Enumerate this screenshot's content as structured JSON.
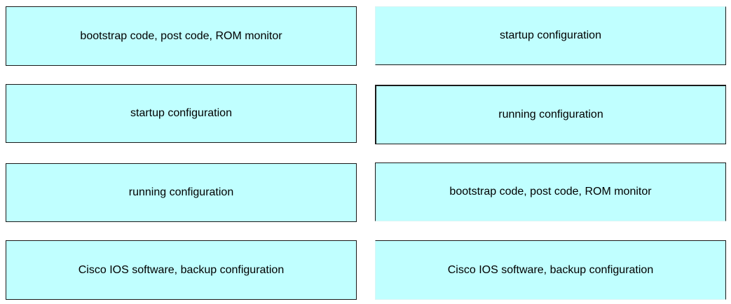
{
  "left_column": {
    "items": [
      {
        "label": "bootstrap code, post code, ROM monitor"
      },
      {
        "label": "startup configuration"
      },
      {
        "label": "running configuration"
      },
      {
        "label": "Cisco IOS software, backup configuration"
      }
    ]
  },
  "right_column": {
    "items": [
      {
        "label": "startup configuration"
      },
      {
        "label": "running configuration"
      },
      {
        "label": "bootstrap code, post code, ROM monitor"
      },
      {
        "label": "Cisco IOS software, backup configuration"
      }
    ]
  },
  "colors": {
    "tile_background": "#c0ffff",
    "border": "#1a1a1a",
    "text": "#000000"
  }
}
